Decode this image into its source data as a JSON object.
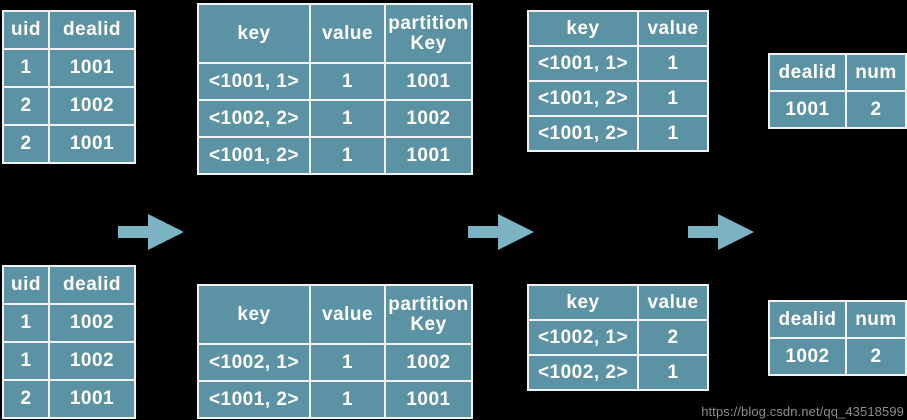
{
  "diagram": {
    "title": "MapReduce combine/shuffle word-count style data flow",
    "colors": {
      "cell_fill": "#5b92a4",
      "cell_border": "#f2f2f2",
      "text": "#ffffff",
      "arrow": "#7cb3c2",
      "background": "#000000",
      "watermark": "#8c8c8c"
    },
    "watermark": "https://blog.csdn.net/qq_43518599",
    "arrows": [
      {
        "name": "arrow-1",
        "label": ""
      },
      {
        "name": "arrow-2",
        "label": ""
      },
      {
        "name": "arrow-3",
        "label": ""
      }
    ],
    "tables": {
      "top_1": {
        "name": "input-split-1",
        "headers": [
          "uid",
          "dealid"
        ],
        "rows": [
          [
            "1",
            "1001"
          ],
          [
            "2",
            "1002"
          ],
          [
            "2",
            "1001"
          ]
        ]
      },
      "top_2": {
        "name": "map-output-1",
        "headers": [
          "key",
          "value",
          "partition\nKey"
        ],
        "header_0": "key",
        "header_1": "value",
        "header_2_line1": "partition",
        "header_2_line2": "Key",
        "rows": [
          [
            "<1001, 1>",
            "1",
            "1001"
          ],
          [
            "<1002, 2>",
            "1",
            "1002"
          ],
          [
            "<1001, 2>",
            "1",
            "1001"
          ]
        ]
      },
      "top_3": {
        "name": "shuffle-output-1",
        "headers": [
          "key",
          "value"
        ],
        "rows": [
          [
            "<1001, 1>",
            "1"
          ],
          [
            "<1001, 2>",
            "1"
          ],
          [
            "<1001, 2>",
            "1"
          ]
        ]
      },
      "top_4": {
        "name": "reduce-output-1",
        "headers": [
          "dealid",
          "num"
        ],
        "rows": [
          [
            "1001",
            "2"
          ]
        ]
      },
      "bottom_1": {
        "name": "input-split-2",
        "headers": [
          "uid",
          "dealid"
        ],
        "rows": [
          [
            "1",
            "1002"
          ],
          [
            "1",
            "1002"
          ],
          [
            "2",
            "1001"
          ]
        ]
      },
      "bottom_2": {
        "name": "map-output-2",
        "headers": [
          "key",
          "value",
          "partition\nKey"
        ],
        "header_0": "key",
        "header_1": "value",
        "header_2_line1": "partition",
        "header_2_line2": "Key",
        "rows": [
          [
            "<1002, 1>",
            "1",
            "1002"
          ],
          [
            "<1001, 2>",
            "1",
            "1001"
          ]
        ]
      },
      "bottom_3": {
        "name": "shuffle-output-2",
        "headers": [
          "key",
          "value"
        ],
        "rows": [
          [
            "<1002, 1>",
            "2"
          ],
          [
            "<1002, 2>",
            "1"
          ]
        ]
      },
      "bottom_4": {
        "name": "reduce-output-2",
        "headers": [
          "dealid",
          "num"
        ],
        "rows": [
          [
            "1002",
            "2"
          ]
        ]
      }
    }
  }
}
